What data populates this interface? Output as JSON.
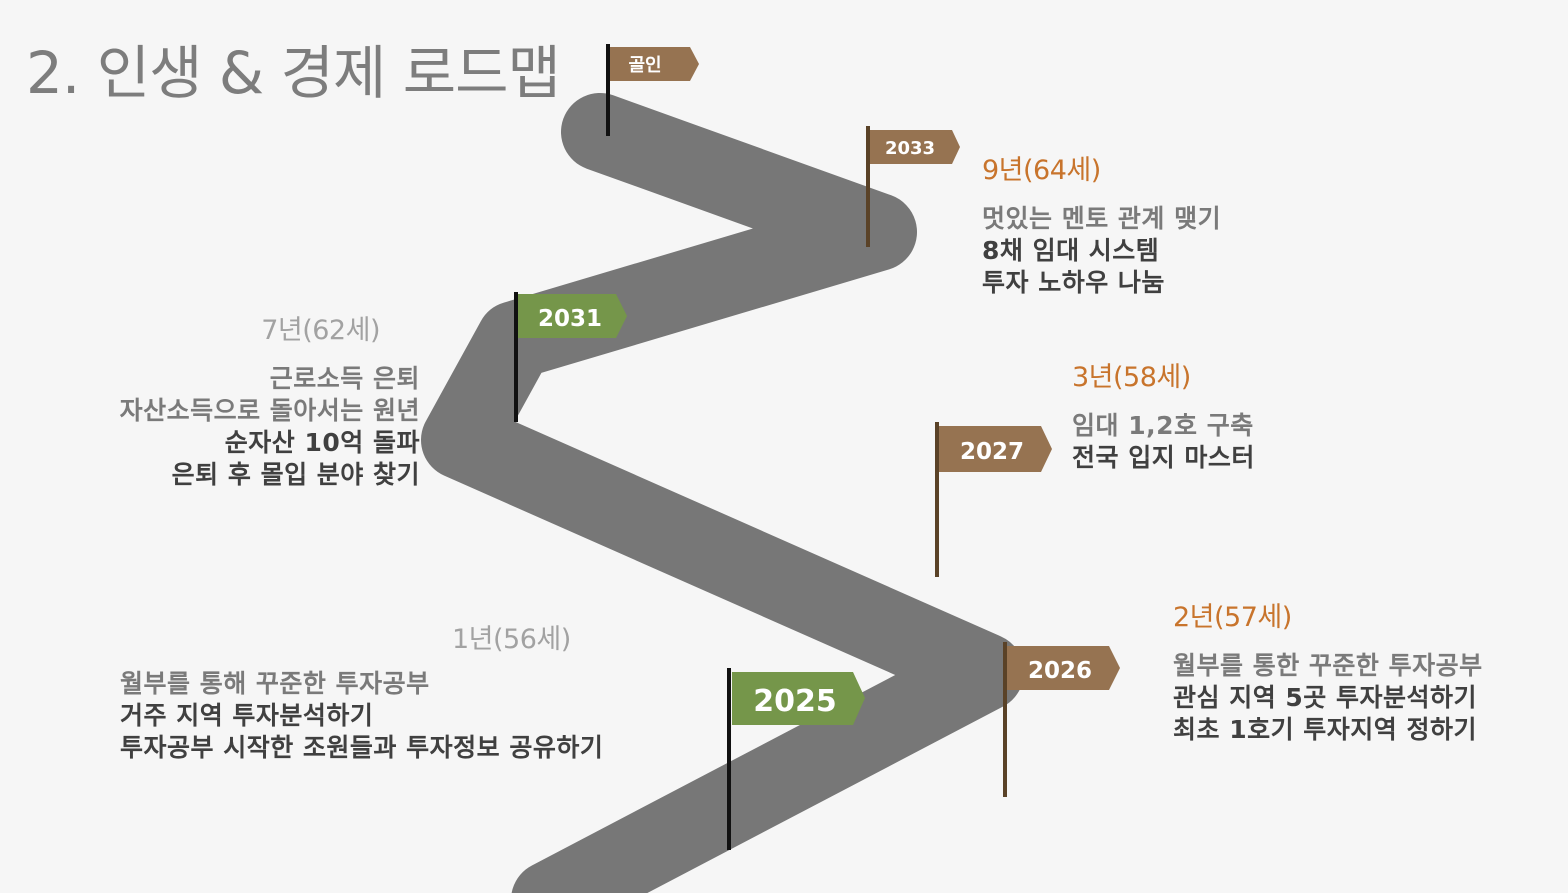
{
  "title": "2. 인생 & 경제 로드맵",
  "colors": {
    "road": "#777777",
    "flag_brown": "#967351",
    "flag_green": "#75964a",
    "pole_dark": "#111111",
    "pole_brown": "#5a4227",
    "accent_orange": "#c8742c",
    "muted_gray": "#a2a2a2"
  },
  "flags": {
    "goal": "골인",
    "y2033": "2033",
    "y2031": "2031",
    "y2027": "2027",
    "y2026": "2026",
    "y2025": "2025"
  },
  "milestones": {
    "m2025": {
      "heading": "1년(56세)",
      "lines": [
        "월부를 통해 꾸준한 투자공부",
        "거주 지역 투자분석하기",
        "투자공부 시작한 조원들과 투자정보 공유하기"
      ]
    },
    "m2026": {
      "heading": "2년(57세)",
      "lines": [
        "월부를 통한 꾸준한 투자공부",
        "관심 지역 5곳 투자분석하기",
        "최초 1호기 투자지역 정하기"
      ]
    },
    "m2027": {
      "heading": "3년(58세)",
      "lines": [
        "임대 1,2호 구축",
        "전국 입지 마스터"
      ]
    },
    "m2031": {
      "heading": "7년(62세)",
      "lines": [
        "근로소득 은퇴",
        "자산소득으로 돌아서는 원년",
        "순자산 10억 돌파",
        "은퇴 후 몰입 분야 찾기"
      ]
    },
    "m2033": {
      "heading": "9년(64세)",
      "lines": [
        "멋있는 멘토 관계 맺기",
        "8채 임대 시스템",
        "투자 노하우 나눔"
      ]
    }
  }
}
